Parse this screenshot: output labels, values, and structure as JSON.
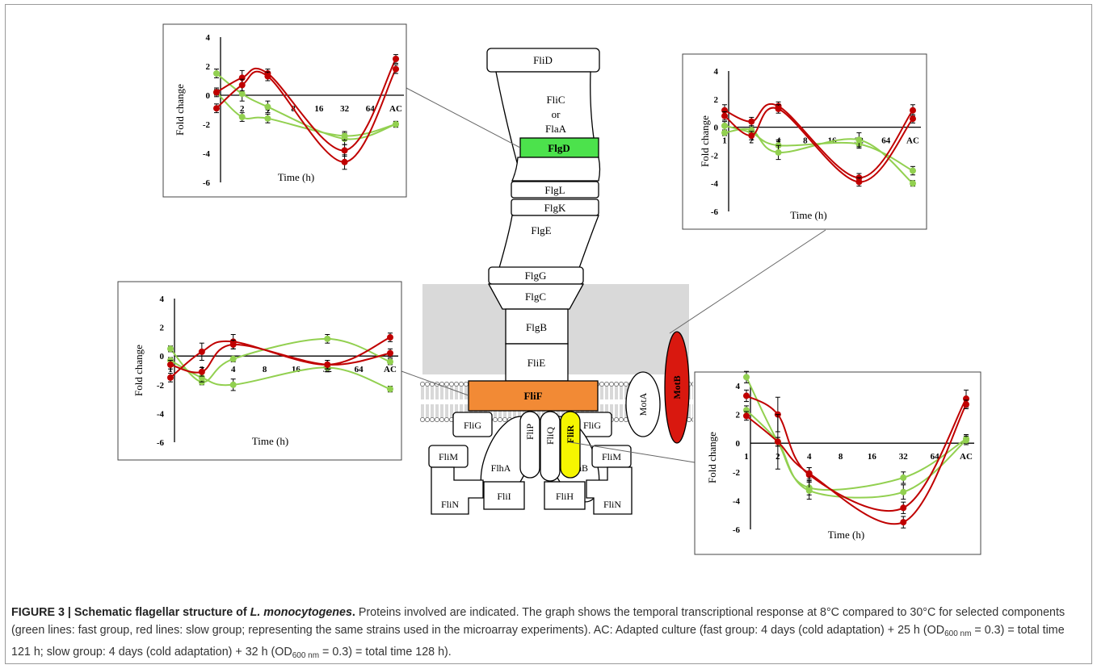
{
  "components": {
    "fliD": "FliD",
    "fliC_line1": "FliC",
    "fliC_line2": "or",
    "fliC_line3": "FlaA",
    "flgD": "FlgD",
    "flgL": "FlgL",
    "flgK": "FlgK",
    "flgE": "FlgE",
    "flgG": "FlgG",
    "flgC": "FlgC",
    "flgB": "FlgB",
    "fliE": "FliE",
    "fliF": "FliF",
    "fliG": "FliG",
    "fliP": "FliP",
    "fliQ": "FliQ",
    "fliR": "FliR",
    "flhA": "FlhA",
    "flhB": "FlhB",
    "fliM": "FliM",
    "fliN": "FliN",
    "fliI": "FliI",
    "flhH": "FliH",
    "motA": "MotA",
    "motB": "MotB"
  },
  "colors": {
    "flgD": "#4ce24c",
    "fliF": "#f28a35",
    "fliR": "#f6f600",
    "motB": "#d9180f",
    "membrane_band": "#d9d9d9",
    "fast_group": "#92d050",
    "slow_group": "#c00000"
  },
  "chart_data": [
    {
      "type": "line",
      "component": "FlgD",
      "ylabel": "Fold change",
      "xlabel": "Time  (h)",
      "x_tick_labels": [
        "1",
        "2",
        "4",
        "8",
        "16",
        "32",
        "64",
        "AC"
      ],
      "x_points": [
        0,
        1,
        2,
        5,
        7
      ],
      "y_ticks": [
        "4",
        "2",
        "0",
        "-2",
        "-4",
        "-6"
      ],
      "ylim": [
        -6,
        4
      ],
      "series": [
        {
          "group": "fast",
          "color": "#92d050",
          "values": [
            1.5,
            0.1,
            -0.8,
            -3.0,
            -2.0
          ],
          "err": [
            0.3,
            0.5,
            0.4,
            0.4,
            0.2
          ]
        },
        {
          "group": "fast",
          "color": "#92d050",
          "values": [
            0.2,
            -1.5,
            -1.6,
            -2.8,
            -2.0
          ],
          "err": [
            0.2,
            0.3,
            0.3,
            0.3,
            0.2
          ]
        },
        {
          "group": "slow",
          "color": "#c00000",
          "values": [
            0.2,
            1.2,
            1.5,
            -3.8,
            2.5
          ],
          "err": [
            0.3,
            0.5,
            0.3,
            0.4,
            0.3
          ]
        },
        {
          "group": "slow",
          "color": "#c00000",
          "values": [
            -0.9,
            0.7,
            1.3,
            -4.6,
            1.8
          ],
          "err": [
            0.3,
            0.4,
            0.3,
            0.5,
            0.3
          ]
        }
      ]
    },
    {
      "type": "line",
      "component": "MotB",
      "ylabel": "Fold change",
      "xlabel": "Time  (h)",
      "x_tick_labels": [
        "1",
        "2",
        "4",
        "8",
        "16",
        "32",
        "64",
        "AC"
      ],
      "x_points": [
        0,
        1,
        2,
        5,
        7
      ],
      "y_ticks": [
        "4",
        "2",
        "0",
        "-2",
        "-4",
        "-6"
      ],
      "ylim": [
        -6,
        4
      ],
      "series": [
        {
          "group": "fast",
          "color": "#92d050",
          "values": [
            0.1,
            -0.4,
            -1.3,
            -1.2,
            -3.1
          ],
          "err": [
            0.3,
            0.3,
            0.4,
            0.3,
            0.3
          ]
        },
        {
          "group": "fast",
          "color": "#92d050",
          "values": [
            -0.4,
            -0.2,
            -1.8,
            -0.9,
            -4.0
          ],
          "err": [
            0.2,
            0.3,
            0.5,
            0.5,
            0.2
          ]
        },
        {
          "group": "slow",
          "color": "#c00000",
          "values": [
            1.2,
            0.4,
            1.5,
            -3.6,
            1.2
          ],
          "err": [
            0.4,
            0.3,
            0.3,
            0.3,
            0.4
          ]
        },
        {
          "group": "slow",
          "color": "#c00000",
          "values": [
            0.8,
            -0.6,
            1.3,
            -3.9,
            0.6
          ],
          "err": [
            0.3,
            0.3,
            0.3,
            0.3,
            0.3
          ]
        }
      ]
    },
    {
      "type": "line",
      "component": "FliF",
      "ylabel": "Fold change",
      "xlabel": "Time  (h)",
      "x_tick_labels": [
        "1",
        "2",
        "4",
        "8",
        "16",
        "32",
        "64",
        "AC"
      ],
      "x_points": [
        0,
        1,
        2,
        5,
        7
      ],
      "y_ticks": [
        "4",
        "2",
        "0",
        "-2",
        "-4",
        "-6"
      ],
      "ylim": [
        -6,
        4
      ],
      "series": [
        {
          "group": "fast",
          "color": "#92d050",
          "values": [
            0.5,
            -1.8,
            -0.2,
            1.2,
            -0.4
          ],
          "err": [
            0.2,
            0.2,
            0.2,
            0.3,
            0.2
          ]
        },
        {
          "group": "fast",
          "color": "#92d050",
          "values": [
            -0.3,
            -1.5,
            -2.0,
            -0.8,
            -2.3
          ],
          "err": [
            0.2,
            0.3,
            0.4,
            0.3,
            0.2
          ]
        },
        {
          "group": "slow",
          "color": "#c00000",
          "values": [
            -1.5,
            0.3,
            1.0,
            -0.6,
            1.3
          ],
          "err": [
            0.3,
            0.6,
            0.5,
            0.3,
            0.3
          ]
        },
        {
          "group": "slow",
          "color": "#c00000",
          "values": [
            -0.6,
            -1.1,
            0.8,
            -0.6,
            0.2
          ],
          "err": [
            0.3,
            0.3,
            0.3,
            0.3,
            0.3
          ]
        }
      ]
    },
    {
      "type": "line",
      "component": "FliR",
      "ylabel": "Fold change",
      "xlabel": "Time  (h)",
      "x_tick_labels": [
        "1",
        "2",
        "4",
        "8",
        "16",
        "32",
        "64",
        "AC"
      ],
      "x_points": [
        0,
        1,
        2,
        5,
        7
      ],
      "y_ticks": [
        "4",
        "2",
        "0",
        "-2",
        "-4",
        "-6"
      ],
      "ylim": [
        -6,
        4
      ],
      "series": [
        {
          "group": "fast",
          "color": "#92d050",
          "values": [
            4.6,
            0.1,
            -3.1,
            -2.4,
            0.3
          ],
          "err": [
            0.4,
            0.3,
            0.5,
            0.4,
            0.3
          ]
        },
        {
          "group": "fast",
          "color": "#92d050",
          "values": [
            2.3,
            0.1,
            -3.3,
            -3.4,
            0.2
          ],
          "err": [
            0.3,
            0.3,
            0.6,
            0.5,
            0.3
          ]
        },
        {
          "group": "slow",
          "color": "#c00000",
          "values": [
            3.3,
            2.0,
            -2.2,
            -4.5,
            3.1
          ],
          "err": [
            0.4,
            1.2,
            0.5,
            0.4,
            0.6
          ]
        },
        {
          "group": "slow",
          "color": "#c00000",
          "values": [
            1.9,
            0.1,
            -2.1,
            -5.5,
            2.7
          ],
          "err": [
            0.3,
            1.9,
            0.4,
            0.4,
            0.3
          ]
        }
      ]
    }
  ],
  "caption": {
    "title_start": "FIGURE 3 | Schematic flagellar structure of ",
    "species": "L. monocytogenes",
    "title_end": ".",
    "text1": " Proteins involved are indicated. The graph shows the temporal transcriptional response at 8°C compared to 30°C for selected components (green lines: fast group, red lines: slow group; representing the same strains used in the microarray experiments). AC: Adapted culture (fast group: 4 days (cold adaptation) + 25 h (OD",
    "od_sub": "600 nm",
    "text2": " = 0.3) = total time 121 h; slow group: 4 days (cold adaptation) + 32 h (OD",
    "text3": " = 0.3) = total time 128 h)."
  }
}
